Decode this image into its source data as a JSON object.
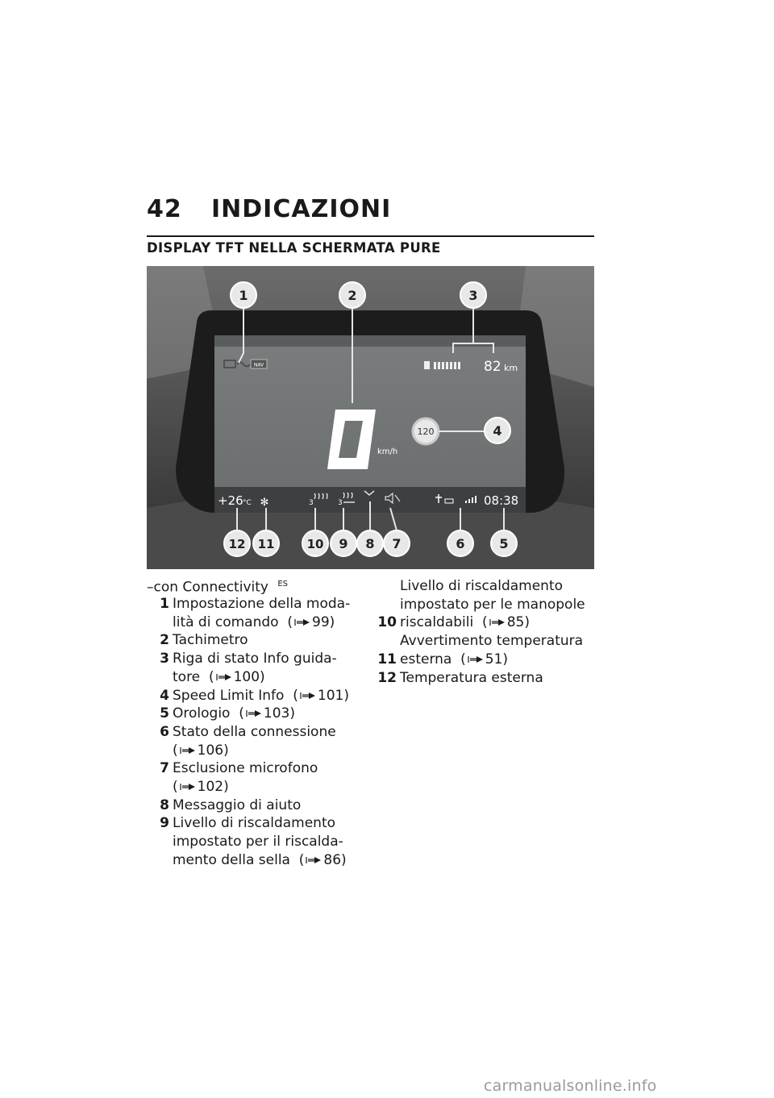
{
  "header": {
    "page_number": "42",
    "chapter": "INDICAZIONI"
  },
  "section": {
    "title": "DISPLAY TFT NELLA SCHERMATA PURE"
  },
  "figure": {
    "callouts": [
      "1",
      "2",
      "3",
      "4",
      "5",
      "6",
      "7",
      "8",
      "9",
      "10",
      "11",
      "12"
    ],
    "screen": {
      "nav_label": "NAV",
      "range": "82",
      "range_unit": "km",
      "speed_unit": "km/h",
      "speed_limit": "120",
      "temperature": "+26",
      "temperature_unit": "°C",
      "heat_seat_level": "3",
      "heat_grip_level": "3",
      "clock": "08:38"
    }
  },
  "intro": {
    "text": "–con Connectivity",
    "superscript": "ES"
  },
  "list_left": [
    {
      "num": "1",
      "lines": [
        "Impostazione della moda-",
        "lità di comando"
      ],
      "ref": "99)"
    },
    {
      "num": "2",
      "lines": [
        "Tachimetro"
      ],
      "ref": ""
    },
    {
      "num": "3",
      "lines": [
        "Riga di stato Info guida-",
        "tore"
      ],
      "ref": "100)"
    },
    {
      "num": "4",
      "lines": [
        "Speed Limit Info"
      ],
      "ref": "101)"
    },
    {
      "num": "5",
      "lines": [
        "Orologio"
      ],
      "ref": "103)"
    },
    {
      "num": "6",
      "lines": [
        "Stato della connessione",
        ""
      ],
      "ref": "106)"
    },
    {
      "num": "7",
      "lines": [
        "Esclusione microfono",
        ""
      ],
      "ref": "102)"
    },
    {
      "num": "8",
      "lines": [
        "Messaggio di aiuto"
      ],
      "ref": ""
    },
    {
      "num": "9",
      "lines": [
        "Livello di riscaldamento",
        "impostato per il riscalda-",
        "mento della sella"
      ],
      "ref": "86)"
    }
  ],
  "list_right": [
    {
      "num": "10",
      "lines": [
        "Livello di riscaldamento",
        "impostato per le manopole",
        "riscaldabili"
      ],
      "ref": "85)"
    },
    {
      "num": "11",
      "lines": [
        "Avvertimento temperatura",
        "esterna"
      ],
      "ref": "51)"
    },
    {
      "num": "12",
      "lines": [
        "Temperatura esterna"
      ],
      "ref": ""
    }
  ],
  "footer": {
    "watermark": "carmanualsonline.info"
  }
}
